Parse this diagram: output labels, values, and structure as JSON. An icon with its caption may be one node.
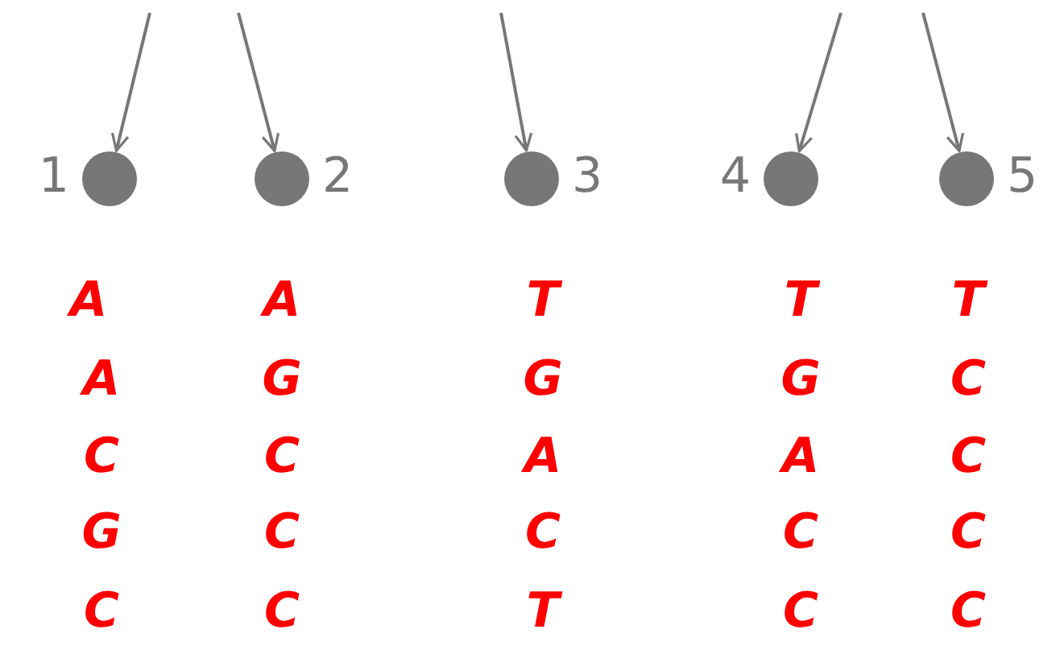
{
  "diagram": {
    "nodes": [
      {
        "text": [],
        "shape": "circle",
        "beside": [
          "1"
        ]
      },
      {
        "text": [],
        "shape": "circle",
        "beside": [
          "2"
        ]
      },
      {
        "text": [],
        "shape": "circle",
        "beside": [
          "3"
        ]
      },
      {
        "text": [],
        "shape": "circle",
        "beside": [
          "4"
        ]
      },
      {
        "text": [],
        "shape": "circle",
        "beside": [
          "5"
        ]
      }
    ],
    "edges": [
      {
        "from": null,
        "to": 0,
        "arrow": "to"
      },
      {
        "from": null,
        "to": 1,
        "arrow": "to"
      },
      {
        "from": null,
        "to": 2,
        "arrow": "to"
      },
      {
        "from": null,
        "to": 3,
        "arrow": "to"
      },
      {
        "from": null,
        "to": 4,
        "arrow": "to"
      }
    ],
    "labels": [
      "A",
      "A",
      "T",
      "T",
      "T",
      "A",
      "G",
      "G",
      "G",
      "C",
      "C",
      "C",
      "A",
      "A",
      "C",
      "G",
      "C",
      "C",
      "C",
      "C",
      "C",
      "C",
      "T",
      "C",
      "C"
    ]
  }
}
